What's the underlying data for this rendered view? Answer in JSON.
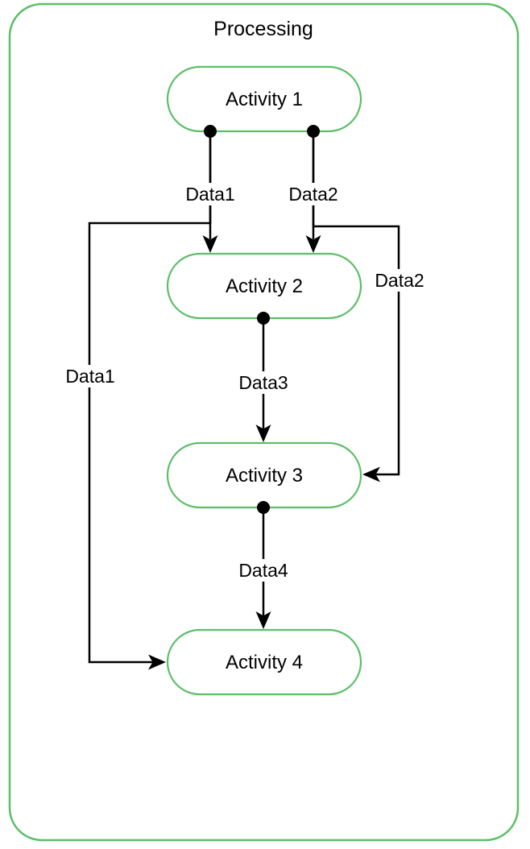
{
  "diagram": {
    "title": "Processing",
    "type": "data-flow-diagram",
    "nodes": [
      {
        "id": "activity1",
        "label": "Activity 1"
      },
      {
        "id": "activity2",
        "label": "Activity 2"
      },
      {
        "id": "activity3",
        "label": "Activity 3"
      },
      {
        "id": "activity4",
        "label": "Activity 4"
      }
    ],
    "edges": [
      {
        "label": "Data1",
        "from": "Activity 1",
        "to": "Activity 2"
      },
      {
        "label": "Data2",
        "from": "Activity 1",
        "to": "Activity 2"
      },
      {
        "label": "Data1",
        "from": "Activity 1",
        "to": "Activity 4"
      },
      {
        "label": "Data2",
        "from": "Activity 1",
        "to": "Activity 3"
      },
      {
        "label": "Data3",
        "from": "Activity 2",
        "to": "Activity 3"
      },
      {
        "label": "Data4",
        "from": "Activity 3",
        "to": "Activity 4"
      }
    ],
    "ports": [
      {
        "on": "activity1",
        "position": "bottom-left"
      },
      {
        "on": "activity1",
        "position": "bottom-right"
      },
      {
        "on": "activity2",
        "position": "bottom-center"
      },
      {
        "on": "activity3",
        "position": "bottom-center"
      }
    ]
  },
  "colors": {
    "border_green": "#5CBE68",
    "edge_black": "#000000",
    "text_black": "#000000",
    "background_white": "#ffffff"
  }
}
